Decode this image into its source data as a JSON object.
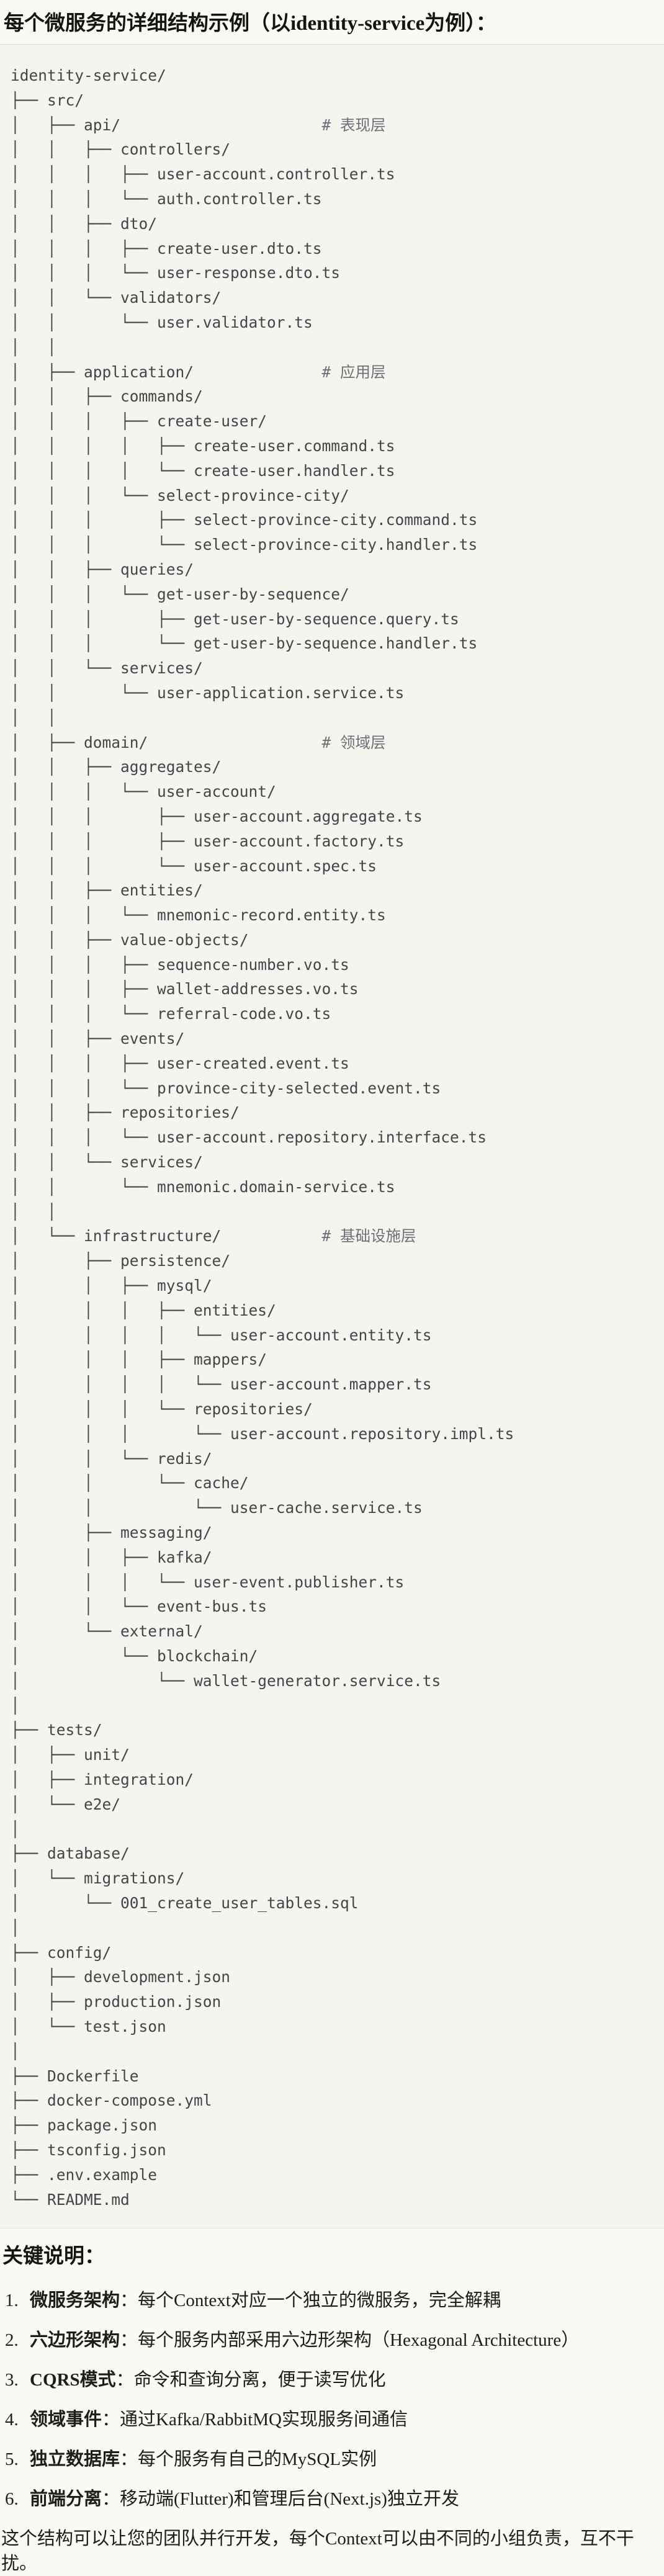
{
  "page": {
    "title": "每个微服务的详细结构示例（以identity-service为例）：",
    "colors": {
      "page_background": "#faf9f4",
      "code_background": "#f5f4ee",
      "code_border": "#e0ded4",
      "code_text": "#43454b",
      "code_comment": "#6d7078",
      "body_text": "#1f1d18"
    }
  },
  "tree": {
    "lines": [
      "identity-service/",
      "├── src/",
      "│   ├── api/                      # 表现层",
      "│   │   ├── controllers/",
      "│   │   │   ├── user-account.controller.ts",
      "│   │   │   └── auth.controller.ts",
      "│   │   ├── dto/",
      "│   │   │   ├── create-user.dto.ts",
      "│   │   │   └── user-response.dto.ts",
      "│   │   └── validators/",
      "│   │       └── user.validator.ts",
      "│   │",
      "│   ├── application/              # 应用层",
      "│   │   ├── commands/",
      "│   │   │   ├── create-user/",
      "│   │   │   │   ├── create-user.command.ts",
      "│   │   │   │   └── create-user.handler.ts",
      "│   │   │   └── select-province-city/",
      "│   │   │       ├── select-province-city.command.ts",
      "│   │   │       └── select-province-city.handler.ts",
      "│   │   ├── queries/",
      "│   │   │   └── get-user-by-sequence/",
      "│   │   │       ├── get-user-by-sequence.query.ts",
      "│   │   │       └── get-user-by-sequence.handler.ts",
      "│   │   └── services/",
      "│   │       └── user-application.service.ts",
      "│   │",
      "│   ├── domain/                   # 领域层",
      "│   │   ├── aggregates/",
      "│   │   │   └── user-account/",
      "│   │   │       ├── user-account.aggregate.ts",
      "│   │   │       ├── user-account.factory.ts",
      "│   │   │       └── user-account.spec.ts",
      "│   │   ├── entities/",
      "│   │   │   └── mnemonic-record.entity.ts",
      "│   │   ├── value-objects/",
      "│   │   │   ├── sequence-number.vo.ts",
      "│   │   │   ├── wallet-addresses.vo.ts",
      "│   │   │   └── referral-code.vo.ts",
      "│   │   ├── events/",
      "│   │   │   ├── user-created.event.ts",
      "│   │   │   └── province-city-selected.event.ts",
      "│   │   ├── repositories/",
      "│   │   │   └── user-account.repository.interface.ts",
      "│   │   └── services/",
      "│   │       └── mnemonic.domain-service.ts",
      "│   │",
      "│   └── infrastructure/           # 基础设施层",
      "│       ├── persistence/",
      "│       │   ├── mysql/",
      "│       │   │   ├── entities/",
      "│       │   │   │   └── user-account.entity.ts",
      "│       │   │   ├── mappers/",
      "│       │   │   │   └── user-account.mapper.ts",
      "│       │   │   └── repositories/",
      "│       │   │       └── user-account.repository.impl.ts",
      "│       │   └── redis/",
      "│       │       └── cache/",
      "│       │           └── user-cache.service.ts",
      "│       ├── messaging/",
      "│       │   ├── kafka/",
      "│       │   │   └── user-event.publisher.ts",
      "│       │   └── event-bus.ts",
      "│       └── external/",
      "│           └── blockchain/",
      "│               └── wallet-generator.service.ts",
      "│",
      "├── tests/",
      "│   ├── unit/",
      "│   ├── integration/",
      "│   └── e2e/",
      "│",
      "├── database/",
      "│   └── migrations/",
      "│       └── 001_create_user_tables.sql",
      "│",
      "├── config/",
      "│   ├── development.json",
      "│   ├── production.json",
      "│   └── test.json",
      "│",
      "├── Dockerfile",
      "├── docker-compose.yml",
      "├── package.json",
      "├── tsconfig.json",
      "├── .env.example",
      "└── README.md"
    ]
  },
  "notes": {
    "heading": "关键说明：",
    "items": [
      {
        "num": "1.",
        "label": "微服务架构",
        "text": "：每个Context对应一个独立的微服务，完全解耦"
      },
      {
        "num": "2.",
        "label": "六边形架构",
        "text": "：每个服务内部采用六边形架构（Hexagonal Architecture）"
      },
      {
        "num": "3.",
        "label": "CQRS模式",
        "text": "：命令和查询分离，便于读写优化"
      },
      {
        "num": "4.",
        "label": "领域事件",
        "text": "：通过Kafka/RabbitMQ实现服务间通信"
      },
      {
        "num": "5.",
        "label": "独立数据库",
        "text": "：每个服务有自己的MySQL实例"
      },
      {
        "num": "6.",
        "label": "前端分离",
        "text": "：移动端(Flutter)和管理后台(Next.js)独立开发"
      }
    ],
    "footer": "这个结构可以让您的团队并行开发，每个Context可以由不同的小组负责，互不干扰。"
  }
}
